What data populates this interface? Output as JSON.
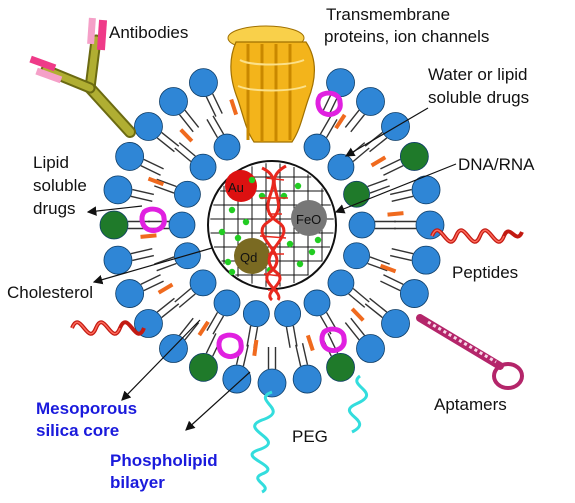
{
  "labels": {
    "antibodies": "Antibodies",
    "transmembrane_1": "Transmembrane",
    "transmembrane_2": "proteins, ion channels",
    "water_lipid_1": "Water or lipid",
    "water_lipid_2": "soluble drugs",
    "lipid_soluble_1": "Lipid",
    "lipid_soluble_2": "soluble",
    "lipid_soluble_3": "drugs",
    "dna_rna": "DNA/RNA",
    "cholesterol": "Cholesterol",
    "peptides": "Peptides",
    "aptamers": "Aptamers",
    "peg": "PEG",
    "mesoporous_1": "Mesoporous",
    "mesoporous_2": "silica core",
    "phospholipid_1": "Phospholipid",
    "phospholipid_2": "bilayer"
  },
  "core_labels": {
    "au": "Au",
    "feo": "FeO",
    "qd": "Qd"
  },
  "colors": {
    "lipid_head": "#2f86d6",
    "green_head": "#1f7a2a",
    "drug_magenta": "#e020e0",
    "cholesterol_orange": "#f06a1e",
    "dna_red": "#e8281e",
    "gold_particle": "#dd1111",
    "iron_particle": "#777777",
    "qd_particle": "#7a6a22",
    "core_dots": "#22cc22",
    "peg_cyan": "#33dddd",
    "aptamer": "#b4256a",
    "protein_yellow": "#f3b41b",
    "antibody_olive": "#9c9a24",
    "antibody_pink": "#ef3a88",
    "blue_text": "#1a1adc"
  }
}
